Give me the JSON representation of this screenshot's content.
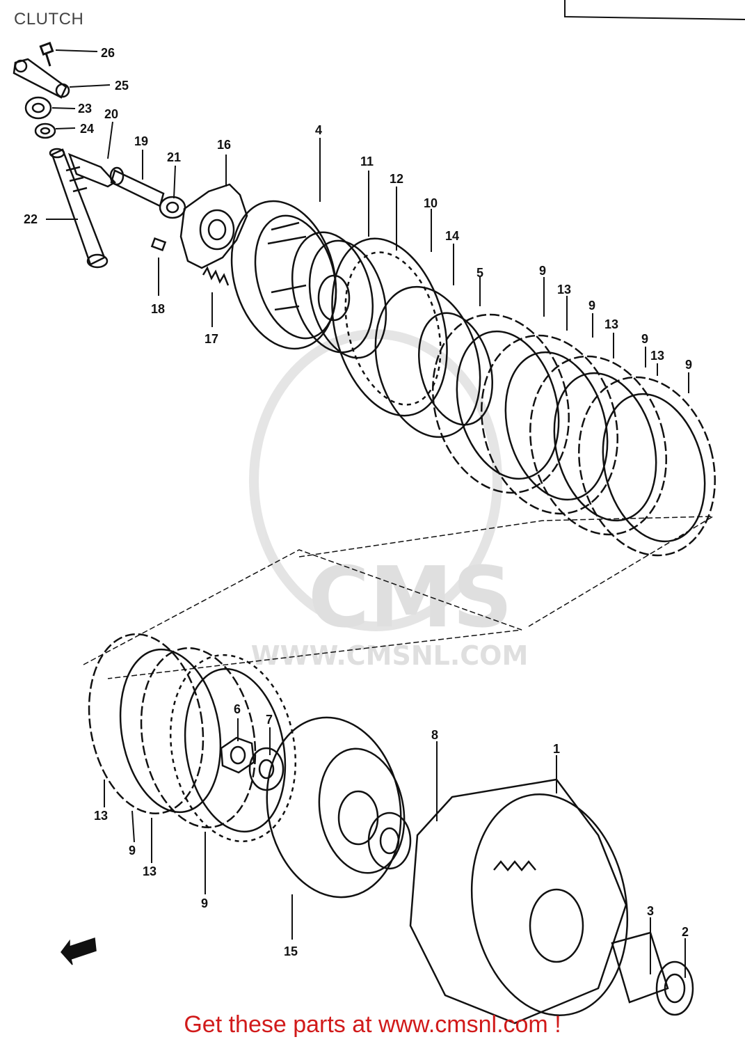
{
  "header": {
    "title": "CLUTCH"
  },
  "footer": {
    "cta": "Get these parts at www.cmsnl.com !"
  },
  "watermark": {
    "brand": "CMS",
    "url": "WWW.CMSNL.COM"
  },
  "colors": {
    "ink": "#111111",
    "cta": "#d11a1a",
    "watermark": "#dcdcdc"
  },
  "icons": {
    "front-arrow": "front-direction-arrow-icon"
  },
  "parts": [
    {
      "ref": "1"
    },
    {
      "ref": "2"
    },
    {
      "ref": "3"
    },
    {
      "ref": "4"
    },
    {
      "ref": "5"
    },
    {
      "ref": "6"
    },
    {
      "ref": "7"
    },
    {
      "ref": "8"
    },
    {
      "ref": "9"
    },
    {
      "ref": "9"
    },
    {
      "ref": "9"
    },
    {
      "ref": "9"
    },
    {
      "ref": "9"
    },
    {
      "ref": "9"
    },
    {
      "ref": "10"
    },
    {
      "ref": "11"
    },
    {
      "ref": "12"
    },
    {
      "ref": "13"
    },
    {
      "ref": "13"
    },
    {
      "ref": "13"
    },
    {
      "ref": "13"
    },
    {
      "ref": "13"
    },
    {
      "ref": "14"
    },
    {
      "ref": "15"
    },
    {
      "ref": "16"
    },
    {
      "ref": "17"
    },
    {
      "ref": "18"
    },
    {
      "ref": "19"
    },
    {
      "ref": "20"
    },
    {
      "ref": "21"
    },
    {
      "ref": "22"
    },
    {
      "ref": "23"
    },
    {
      "ref": "24"
    },
    {
      "ref": "25"
    },
    {
      "ref": "26"
    }
  ]
}
